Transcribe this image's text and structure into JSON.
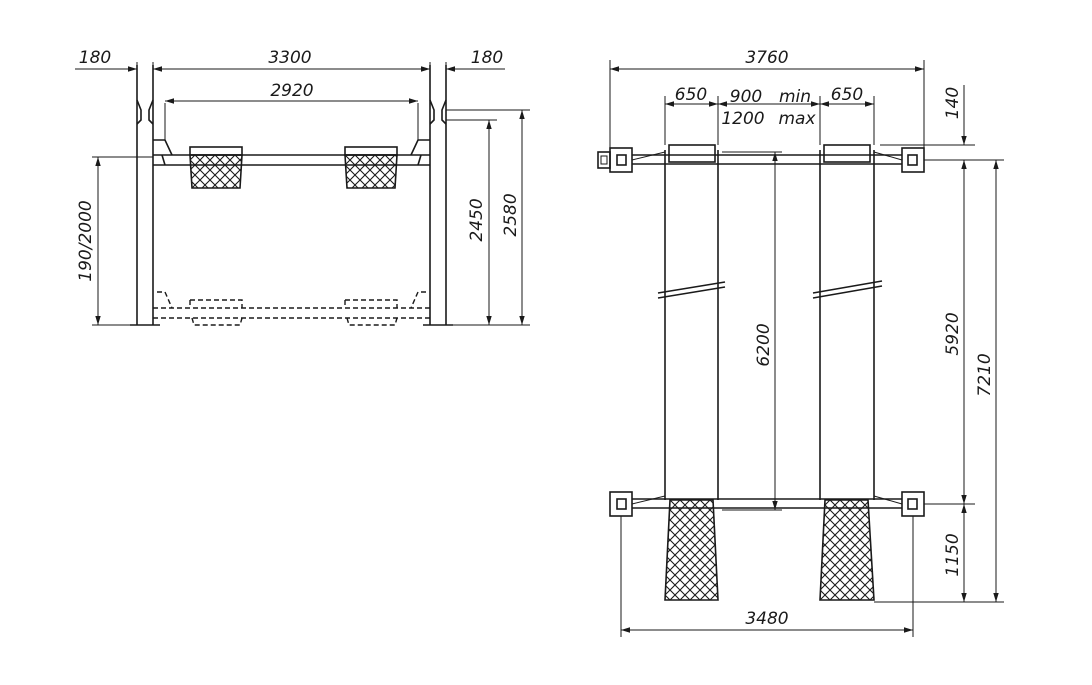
{
  "side_view": {
    "dims": {
      "post_left": "180",
      "outer_width": "3300",
      "post_right": "180",
      "inner_width": "2920",
      "lift_height": "190/2000",
      "height_inner": "2450",
      "height_total": "2580"
    }
  },
  "top_view": {
    "dims": {
      "total_width": "3760",
      "runway_left": "650",
      "gap_min": "900",
      "gap_min_label": "min",
      "gap_max": "1200",
      "gap_max_label": "max",
      "runway_right": "650",
      "front_offset": "140",
      "runway_length": "6200",
      "post_spacing": "5920",
      "total_length": "7210",
      "ramp_length": "1150",
      "post_width": "3480"
    }
  }
}
